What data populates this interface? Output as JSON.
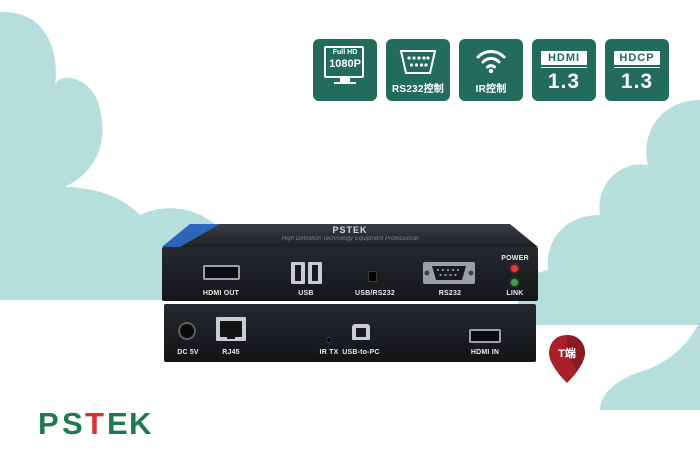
{
  "badges": {
    "fullhd": {
      "line1": "Full HD",
      "line2": "1080P"
    },
    "rs232": {
      "label": "RS232控制"
    },
    "ir": {
      "label": "IR控制"
    },
    "hdmi": {
      "logo": "HDMI",
      "version": "1.3"
    },
    "hdcp": {
      "logo": "HDCP",
      "version": "1.3"
    }
  },
  "device_top": {
    "brand": "PSTEK",
    "tagline": "High Definition Technology Equipment Professional",
    "ports": {
      "hdmi_out": "HDMI OUT",
      "usb": "USB",
      "usb_rs232": "USB/RS232",
      "rs232": "RS232",
      "power": "POWER",
      "link": "LINK"
    }
  },
  "device_bottom": {
    "ports": {
      "dc": "DC 5V",
      "rj45": "RJ45",
      "ir_tx": "IR TX",
      "usb_to_pc": "USB-to-PC",
      "hdmi_in": "HDMI IN"
    }
  },
  "pin": {
    "label": "T端"
  },
  "brand_logo": {
    "letters": [
      "P",
      "S",
      "T",
      "E",
      "K"
    ]
  },
  "colors": {
    "badge_bg": "#236b5b",
    "logo_green": "#1f7a4f",
    "logo_red": "#e0302c",
    "cloud": "#b6dedd",
    "pin_red": "#a8202a",
    "led_red": "#e53935",
    "led_green": "#43a047"
  }
}
